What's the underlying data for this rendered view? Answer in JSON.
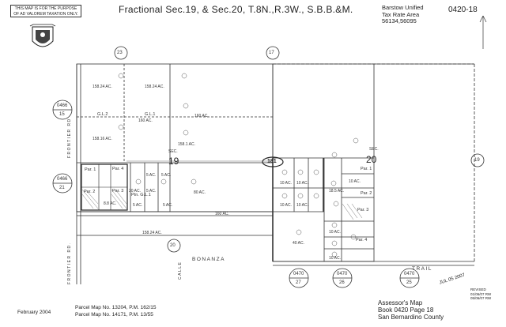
{
  "header": {
    "disclaimer": "THIS MAP IS FOR THE PURPOSE OF AD VALOREM TAXATION ONLY.",
    "title": "Fractional Sec.19, & Sec.20, T.8N.,R.3W., S.B.B.&M.",
    "district_line1": "Barstow Unified",
    "district_line2": "Tax Rate Area",
    "district_line3": "56134,56095",
    "page_code": "0420-18"
  },
  "adjacent_pages": [
    {
      "top": "0466",
      "bottom": "15"
    },
    {
      "top": "0466",
      "bottom": "21"
    },
    {
      "top": "0470",
      "bottom": "27"
    },
    {
      "top": "0470",
      "bottom": "26"
    },
    {
      "top": "0470",
      "bottom": "25"
    }
  ],
  "section_corners": [
    "23",
    "17",
    "19",
    "20"
  ],
  "sections": {
    "sec19_label": "SEC.",
    "sec19_num": "19",
    "sec20_label": "SEC.",
    "sec20_num": "20",
    "road_circle": "181"
  },
  "roads": {
    "frontier": "FRONTIER RD.",
    "calle": "CALLE",
    "bonanza": "BONANZA",
    "trail": "TRAIL",
    "frontier_rd_top": "FRONTIER RD"
  },
  "acreage_labels": [
    "158.24 AC.",
    "158.24 AC.",
    "158.16 AC.",
    "160 AC.",
    "160 AC.",
    "158.1 AC.",
    "80 AC.",
    "160 AC.",
    "158.24 AC.",
    "40 AC.",
    "10 AC.",
    "10 AC.",
    "10 AC.",
    "10 AC.",
    "18.5 AC.",
    "10 AC.",
    "10 AC.",
    "10 AC.",
    "5 AC.",
    "5 AC.",
    "20 AC.",
    "5 AC.",
    "5 AC.",
    "5 AC.",
    "8.8 AC."
  ],
  "text_labels": [
    "G.L.2",
    "G.L.1",
    "Ptn. G.L.1",
    "Par. 1",
    "Par. 4",
    "Par. 2",
    "Par. 3",
    "Par. 1",
    "Par. 2",
    "Par. 3",
    "Par. 4"
  ],
  "stamp": "JUL 05 2007",
  "revised": "REVISED\n01/06/07 RW\n05/06/07 RW",
  "footer": {
    "date": "February 2004",
    "parcel_maps": "Parcel Map No. 13204, P.M. 162/15\nParcel Map No. 14171, P.M. 13/55",
    "assessor_line1": "Assessor's Map",
    "assessor_line2": "Book 0420 Page 18",
    "assessor_line3": "San Bernardino County"
  }
}
